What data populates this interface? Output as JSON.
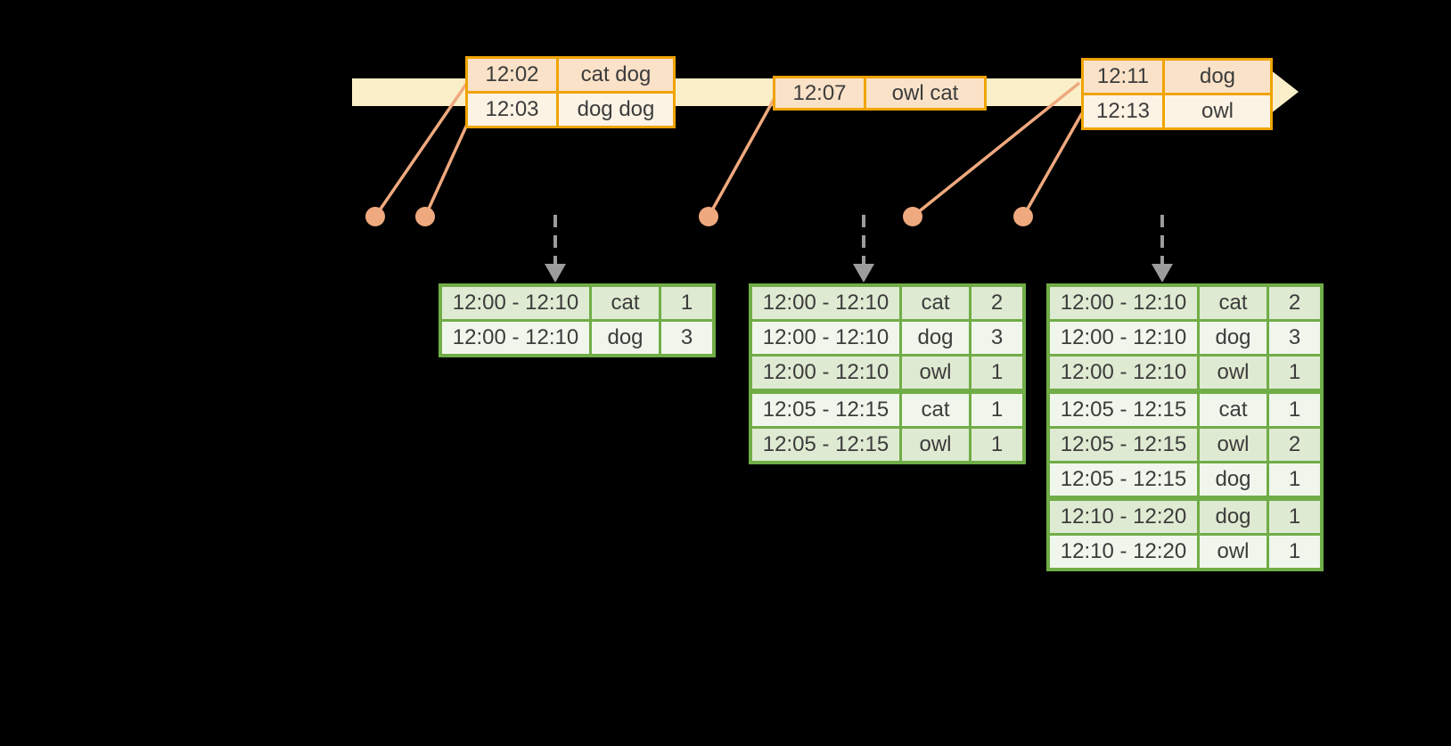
{
  "colors": {
    "background": "#000000",
    "timeline_band": "#FAEFC9",
    "event_border": "#F0A402",
    "event_row_odd": "#FAE2C8",
    "event_row_even": "#FDF3E4",
    "connector": "#EFA97E",
    "trigger_arrow": "#9C9C9C",
    "result_border": "#70AD47",
    "result_row_odd": "#DFEAD2",
    "result_row_even": "#F1F6EC",
    "text": "#3C3C3C"
  },
  "icons": {
    "timeline_arrowhead": "right-arrowhead",
    "trigger_arrow": "dashed-down-arrow",
    "event_dot": "filled-circle"
  },
  "timeline": {
    "event_tables": [
      {
        "rows": [
          {
            "time": "12:02",
            "words": "cat dog"
          },
          {
            "time": "12:03",
            "words": "dog dog"
          }
        ]
      },
      {
        "rows": [
          {
            "time": "12:07",
            "words": "owl cat"
          }
        ]
      },
      {
        "rows": [
          {
            "time": "12:11",
            "words": "dog"
          },
          {
            "time": "12:13",
            "words": "owl"
          }
        ]
      }
    ]
  },
  "result_tables": [
    {
      "rows": [
        {
          "window": "12:00 - 12:10",
          "word": "cat",
          "count": "1"
        },
        {
          "window": "12:00 - 12:10",
          "word": "dog",
          "count": "3"
        }
      ]
    },
    {
      "rows": [
        {
          "window": "12:00 - 12:10",
          "word": "cat",
          "count": "2"
        },
        {
          "window": "12:00 - 12:10",
          "word": "dog",
          "count": "3"
        },
        {
          "window": "12:00 - 12:10",
          "word": "owl",
          "count": "1"
        },
        {
          "window": "12:05 - 12:15",
          "word": "cat",
          "count": "1"
        },
        {
          "window": "12:05 - 12:15",
          "word": "owl",
          "count": "1"
        }
      ]
    },
    {
      "rows": [
        {
          "window": "12:00 - 12:10",
          "word": "cat",
          "count": "2"
        },
        {
          "window": "12:00 - 12:10",
          "word": "dog",
          "count": "3"
        },
        {
          "window": "12:00 - 12:10",
          "word": "owl",
          "count": "1"
        },
        {
          "window": "12:05 - 12:15",
          "word": "cat",
          "count": "1"
        },
        {
          "window": "12:05 - 12:15",
          "word": "owl",
          "count": "2"
        },
        {
          "window": "12:05 - 12:15",
          "word": "dog",
          "count": "1"
        },
        {
          "window": "12:10 - 12:20",
          "word": "dog",
          "count": "1"
        },
        {
          "window": "12:10 - 12:20",
          "word": "owl",
          "count": "1"
        }
      ]
    }
  ]
}
